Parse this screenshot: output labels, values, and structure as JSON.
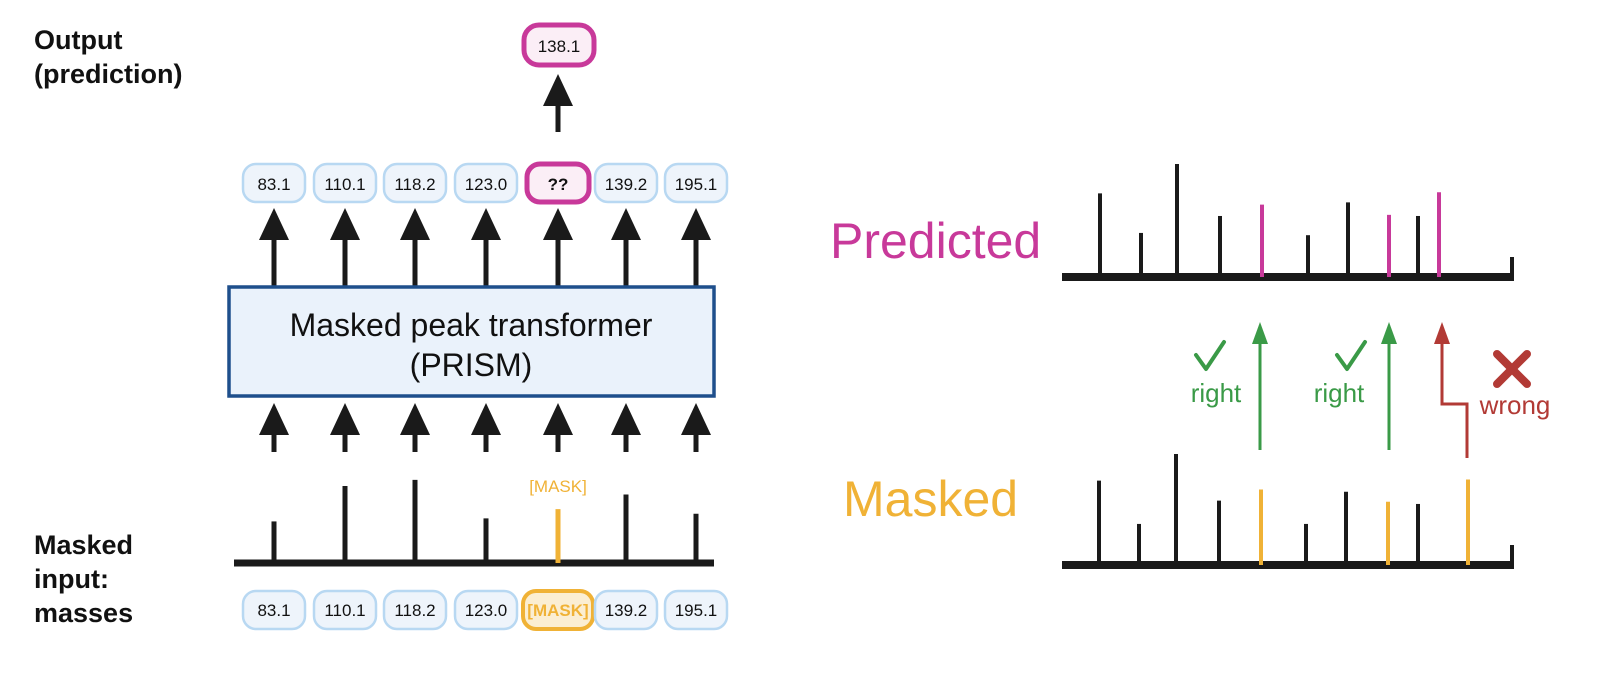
{
  "output_label": "Output\n(prediction)",
  "input_label": "Masked\ninput:\nmasses",
  "prediction_value": "138.1",
  "transformer": {
    "line1": "Masked peak transformer",
    "line2": "(PRISM)"
  },
  "mask_tag": "[MASK]",
  "output_tokens": [
    "83.1",
    "110.1",
    "118.2",
    "123.0",
    "??",
    "139.2",
    "195.1"
  ],
  "input_tokens": [
    "83.1",
    "110.1",
    "118.2",
    "123.0",
    "[MASK]",
    "139.2",
    "195.1"
  ],
  "input_peak_levels": [
    0.54,
    1.0,
    1.08,
    0.58,
    0.7,
    0.89,
    0.64
  ],
  "predicted_title": "Predicted",
  "masked_title": "Masked",
  "predicted_spectrum": [
    {
      "level": 0.74,
      "kind": "normal"
    },
    {
      "level": 0.39,
      "kind": "normal"
    },
    {
      "level": 1.0,
      "kind": "normal"
    },
    {
      "level": 0.54,
      "kind": "normal"
    },
    {
      "level": 0.64,
      "kind": "predicted"
    },
    {
      "level": 0.37,
      "kind": "normal"
    },
    {
      "level": 0.66,
      "kind": "normal"
    },
    {
      "level": 0.55,
      "kind": "predicted"
    },
    {
      "level": 0.54,
      "kind": "normal"
    },
    {
      "level": 0.75,
      "kind": "predicted"
    }
  ],
  "masked_spectrum": [
    {
      "level": 0.76,
      "kind": "normal"
    },
    {
      "level": 0.37,
      "kind": "normal"
    },
    {
      "level": 1.0,
      "kind": "normal"
    },
    {
      "level": 0.58,
      "kind": "normal"
    },
    {
      "level": 0.68,
      "kind": "masked"
    },
    {
      "level": 0.37,
      "kind": "normal"
    },
    {
      "level": 0.66,
      "kind": "normal"
    },
    {
      "level": 0.57,
      "kind": "masked"
    },
    {
      "level": 0.55,
      "kind": "normal"
    },
    {
      "level": 0.77,
      "kind": "masked"
    }
  ],
  "checks": [
    {
      "label": "right",
      "status": "correct"
    },
    {
      "label": "right",
      "status": "correct"
    },
    {
      "label": "wrong",
      "status": "incorrect"
    }
  ],
  "colors": {
    "ink": "#1a1a1a",
    "magenta": "#c8399a",
    "orange": "#f0b236",
    "green": "#3a9a47",
    "red": "#b23a35",
    "token_fill": "#eef4fb",
    "token_border": "#b8d8f2",
    "box_fill": "#eaf2fb",
    "box_border": "#1e4f8c",
    "pred_fill": "#fbeef6",
    "mask_fill": "#fbeed2"
  }
}
